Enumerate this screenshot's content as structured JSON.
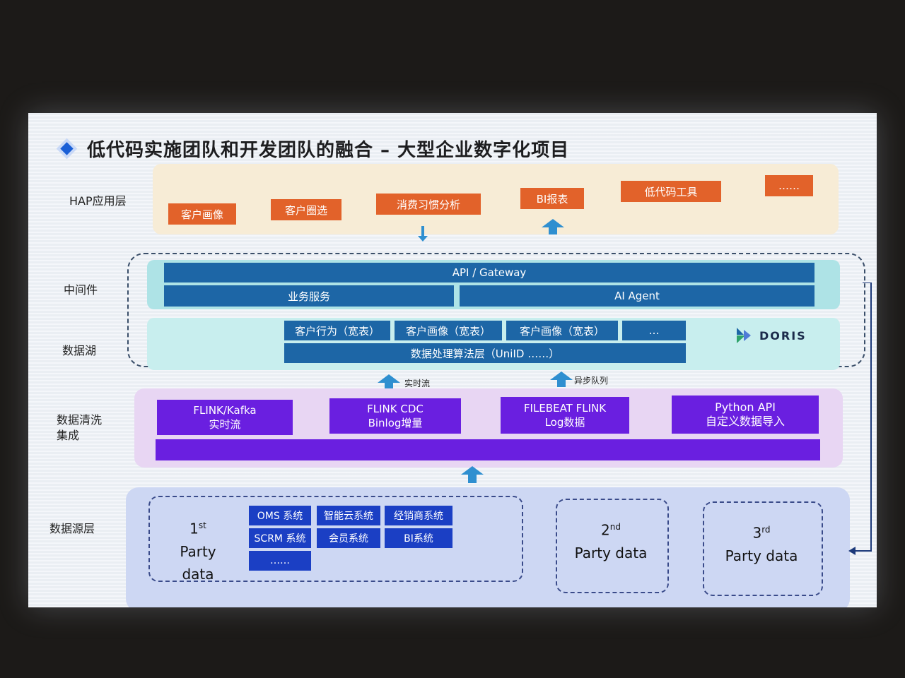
{
  "title": "低代码实施团队和开发团队的融合 – 大型企业数字化项目",
  "layers": {
    "hap": "HAP应用层",
    "middleware": "中间件",
    "datalake": "数据湖",
    "cleaning_line1": "数据清洗",
    "cleaning_line2": "集成",
    "sources": "数据源层"
  },
  "hap_apps": [
    "客户画像",
    "客户圈选",
    "消费习惯分析",
    "BI报表",
    "低代码工具",
    "……"
  ],
  "middleware": {
    "api_gateway": "API / Gateway",
    "business_service": "业务服务",
    "ai_agent": "AI Agent"
  },
  "datalake": {
    "tables": [
      "客户行为（宽表）",
      "客户画像（宽表）",
      "客户画像（宽表）",
      "…"
    ],
    "algorithm_layer": "数据处理算法层（UniID ……）",
    "doris_logo": "DORIS"
  },
  "flow_labels": {
    "realtime": "实时流",
    "async_queue": "异步队列"
  },
  "cleaning": [
    {
      "line1": "FLINK/Kafka",
      "line2": "实时流"
    },
    {
      "line1": "FLINK CDC",
      "line2": "Binlog增量"
    },
    {
      "line1": "FILEBEAT FLINK",
      "line2": "Log数据"
    },
    {
      "line1": "Python API",
      "line2": "自定义数据导入"
    }
  ],
  "sources": {
    "first_party": {
      "ordinal": "1",
      "suffix": "st",
      "label": "Party data"
    },
    "systems": [
      "OMS 系统",
      "智能云系统",
      "经销商系统",
      "SCRM 系统",
      "会员系统",
      "BI系统",
      "……"
    ],
    "second_party": {
      "ordinal": "2",
      "suffix": "nd",
      "label": "Party data"
    },
    "third_party": {
      "ordinal": "3",
      "suffix": "rd",
      "label": "Party data"
    }
  },
  "colors": {
    "orange": "#e2622a",
    "blue": "#1d66a6",
    "purple": "#6a1fe0",
    "navy": "#1b3fc4",
    "accent": "#1a5fd6"
  },
  "icons": {
    "title_bullet": "diamond-icon",
    "doris": "doris-logo-icon"
  }
}
